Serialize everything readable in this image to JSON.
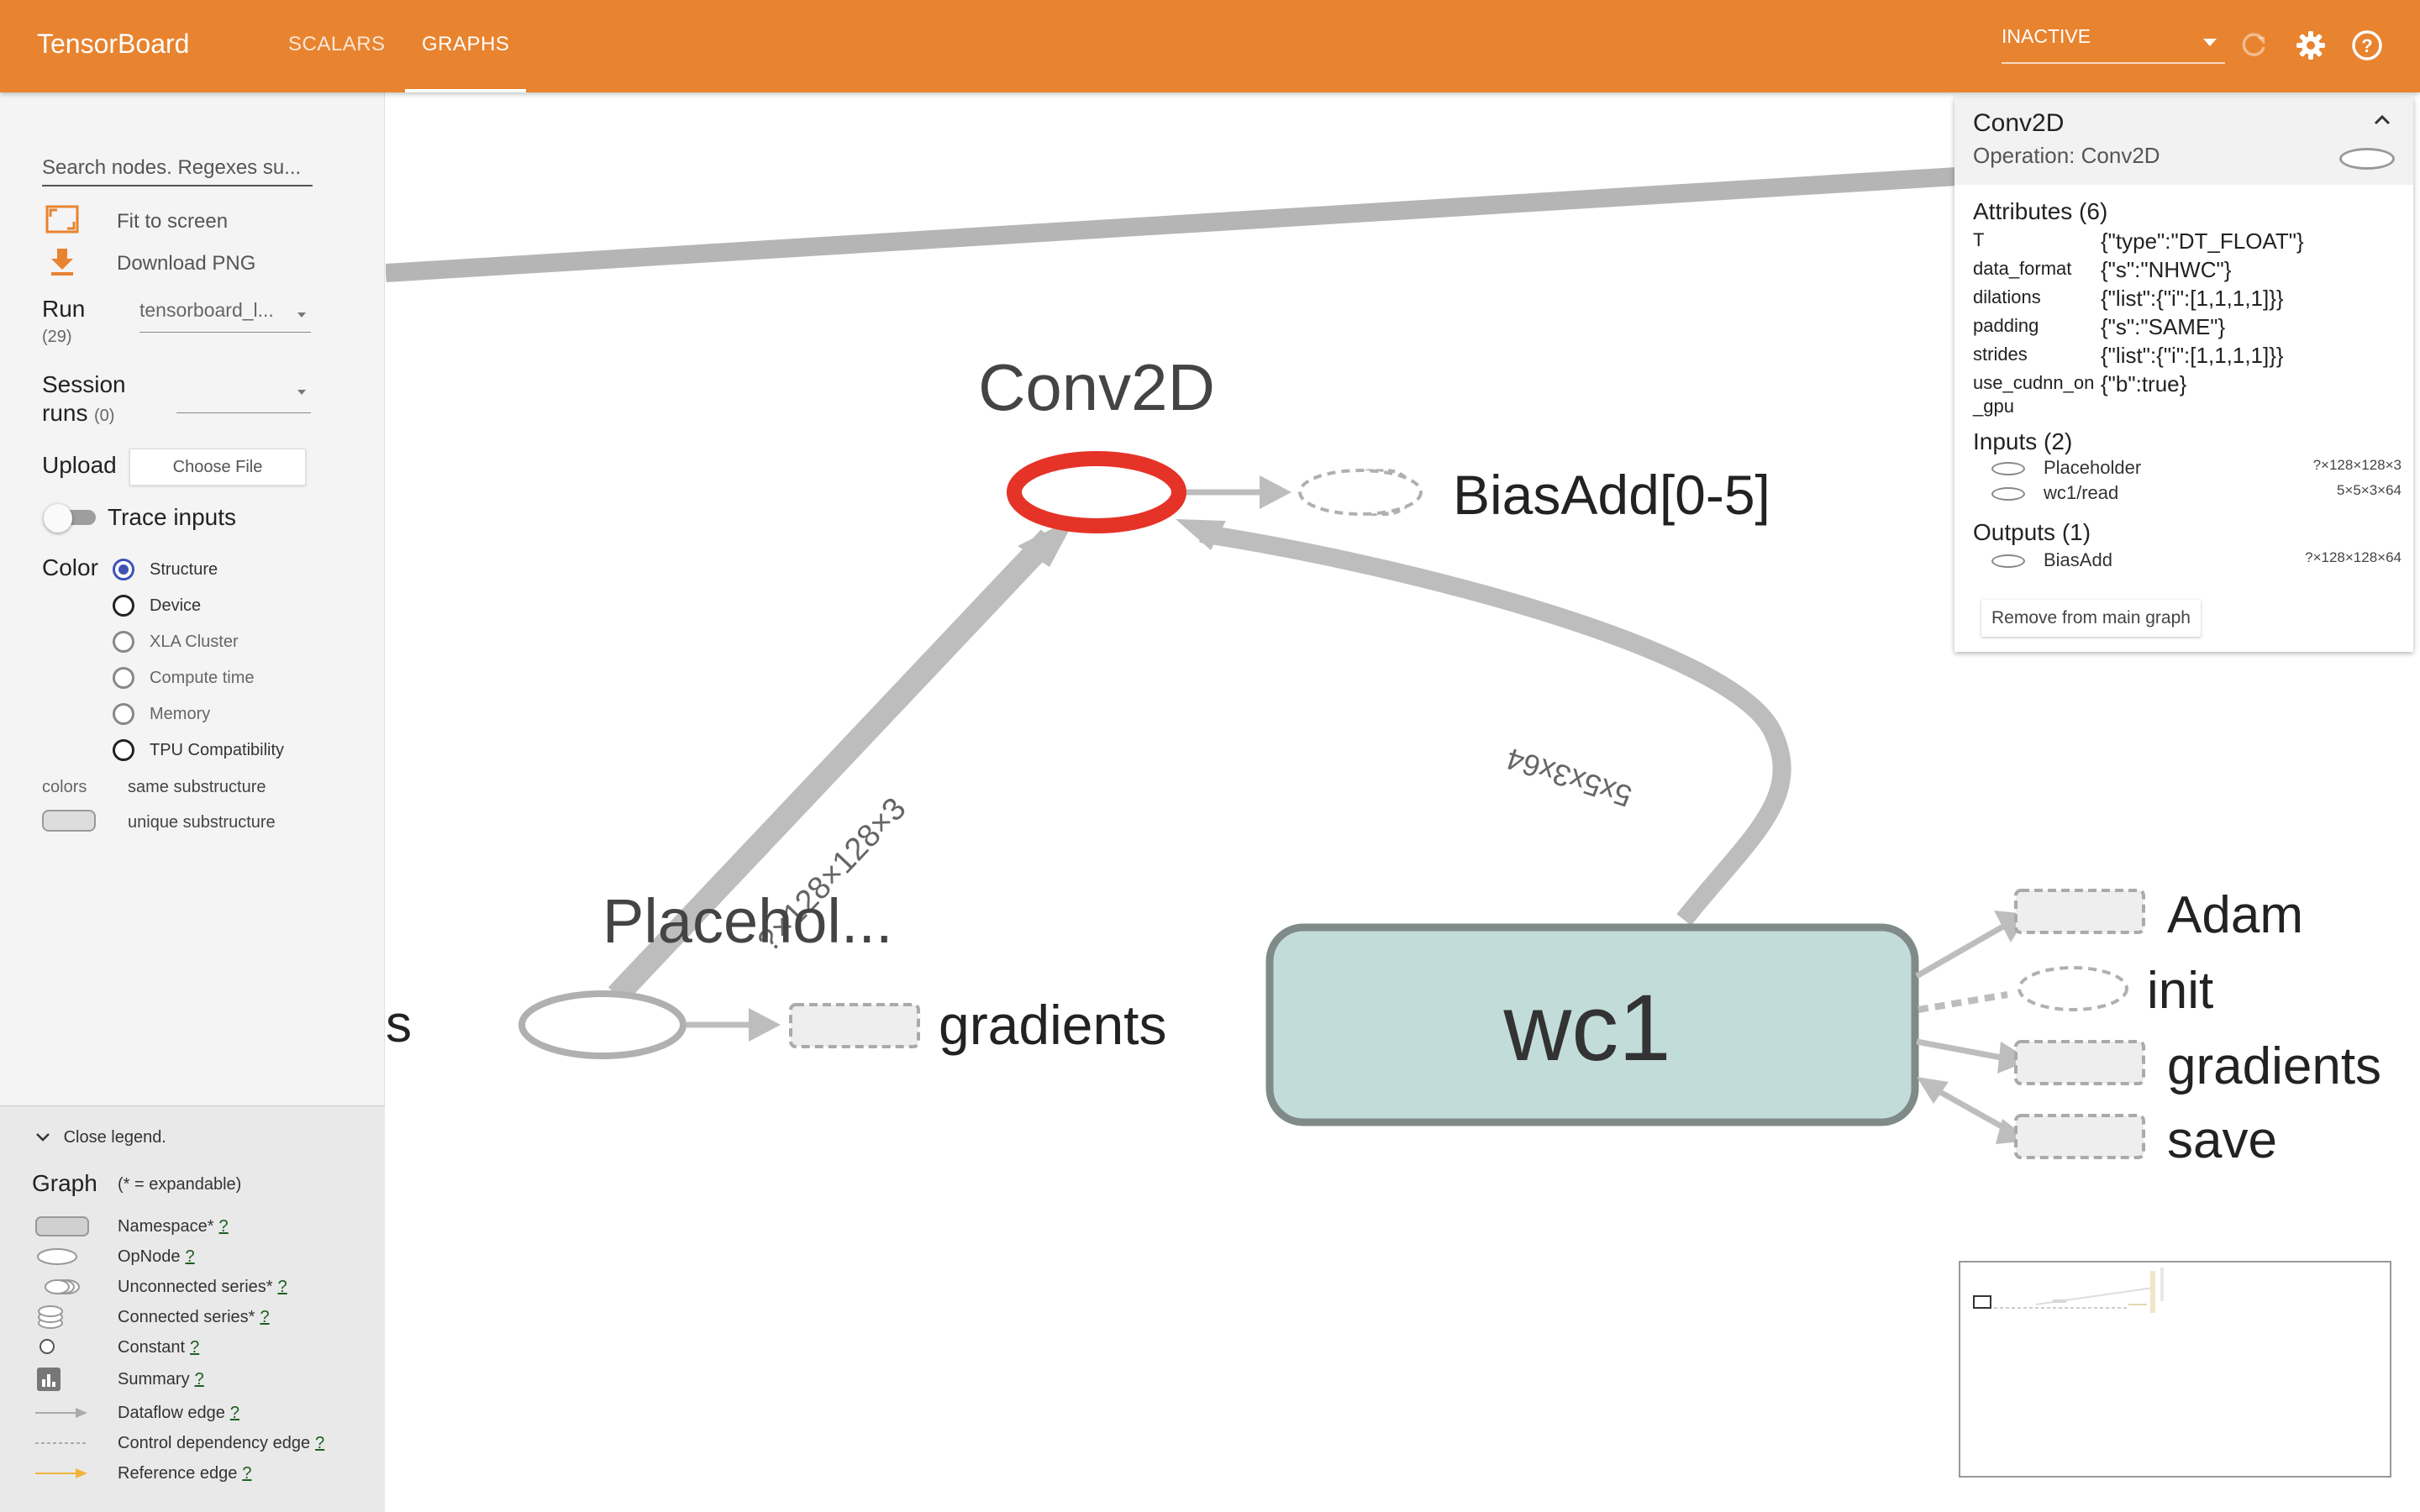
{
  "header": {
    "brand": "TensorBoard",
    "tabs": [
      {
        "label": "SCALARS"
      },
      {
        "label": "GRAPHS"
      }
    ],
    "status_select": "INACTIVE",
    "icons": [
      "refresh-icon",
      "settings-icon",
      "help-icon"
    ]
  },
  "sidebar": {
    "search_placeholder": "Search nodes. Regexes su...",
    "fit_label": "Fit to screen",
    "download_label": "Download PNG",
    "run_label": "Run",
    "run_count": "(29)",
    "run_value": "tensorboard_l...",
    "session_label_1": "Session",
    "session_label_2": "runs",
    "session_count": "(0)",
    "upload_label": "Upload",
    "choose_file": "Choose File",
    "trace_label": "Trace inputs",
    "color_label": "Color",
    "color_options": [
      {
        "label": "Structure",
        "selected": true
      },
      {
        "label": "Device"
      },
      {
        "label": "XLA Cluster"
      },
      {
        "label": "Compute time"
      },
      {
        "label": "Memory"
      },
      {
        "label": "TPU Compatibility"
      }
    ],
    "colors_label": "colors",
    "same_sub": "same substructure",
    "unique_sub": "unique substructure"
  },
  "legend": {
    "close": "Close legend.",
    "graph_label": "Graph",
    "expandable_note": "(* = expandable)",
    "items": [
      {
        "label": "Namespace*",
        "q": "?"
      },
      {
        "label": "OpNode",
        "q": "?"
      },
      {
        "label": "Unconnected series*",
        "q": "?"
      },
      {
        "label": "Connected series*",
        "q": "?"
      },
      {
        "label": "Constant",
        "q": "?"
      },
      {
        "label": "Summary",
        "q": "?"
      },
      {
        "label": "Dataflow edge",
        "q": "?"
      },
      {
        "label": "Control dependency edge",
        "q": "?"
      },
      {
        "label": "Reference edge",
        "q": "?"
      }
    ]
  },
  "graph": {
    "conv_label": "Conv2D",
    "biasadd_label": "BiasAdd[0-5]",
    "placeholder_label": "Placehol...",
    "gradients_left_label": "gradients",
    "wc1_label": "wc1",
    "left_cut_label": "s",
    "edge_input_shape": "?×128×128×3",
    "edge_weight_shape": "5x5x3x64",
    "right_nodes": [
      {
        "label": "Adam"
      },
      {
        "label": "init"
      },
      {
        "label": "gradients"
      },
      {
        "label": "save"
      }
    ]
  },
  "info": {
    "title": "Conv2D",
    "operation": "Operation: Conv2D",
    "attributes_title": "Attributes (6)",
    "attributes": [
      {
        "k": "T",
        "v": "{\"type\":\"DT_FLOAT\"}"
      },
      {
        "k": "data_format",
        "v": "{\"s\":\"NHWC\"}"
      },
      {
        "k": "dilations",
        "v": "{\"list\":{\"i\":[1,1,1,1]}}"
      },
      {
        "k": "padding",
        "v": "{\"s\":\"SAME\"}"
      },
      {
        "k": "strides",
        "v": "{\"list\":{\"i\":[1,1,1,1]}}"
      },
      {
        "k": "use_cudnn_on_gpu",
        "v": "{\"b\":true}"
      }
    ],
    "inputs_title": "Inputs (2)",
    "inputs": [
      {
        "name": "Placeholder",
        "shape": "?×128×128×3"
      },
      {
        "name": "wc1/read",
        "shape": "5×5×3×64"
      }
    ],
    "outputs_title": "Outputs (1)",
    "outputs": [
      {
        "name": "BiasAdd",
        "shape": "?×128×128×64"
      }
    ],
    "remove_button": "Remove from main graph"
  },
  "colors": {
    "header": "#e8832f",
    "selected_node": "#e53327",
    "namespace_fill": "#c2dcd9",
    "namespace_stroke": "#7f8a89",
    "edge": "#b0b0b0"
  }
}
